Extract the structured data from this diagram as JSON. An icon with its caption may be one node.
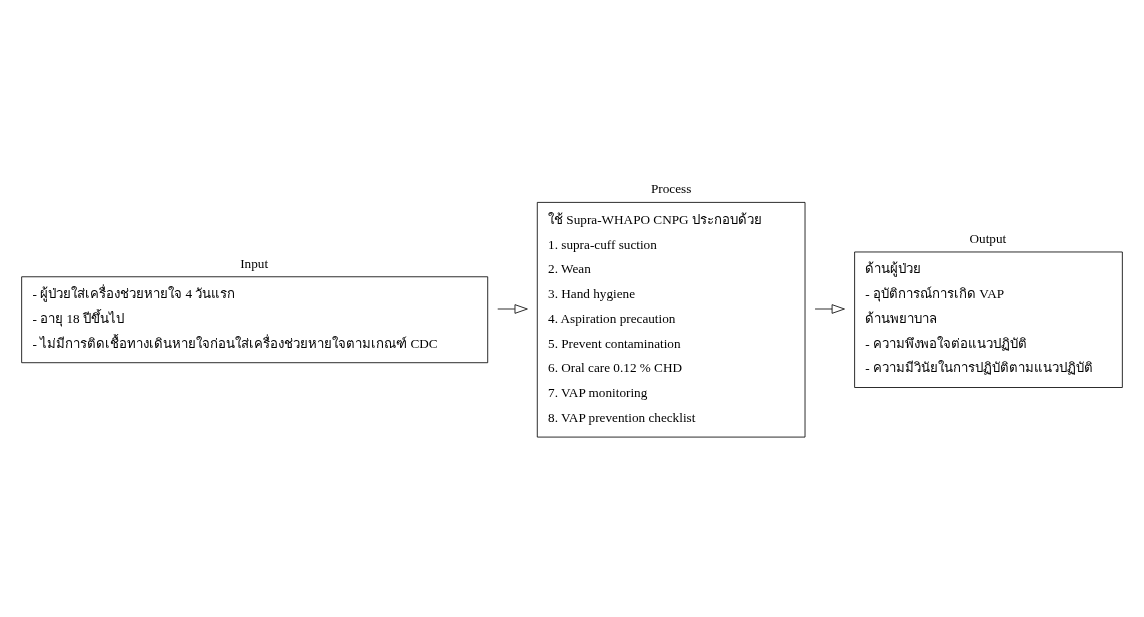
{
  "diagram": {
    "nodes": [
      {
        "text": [
          "Input",
          "- ผู้ป่วยใส่เครื่องช่วยหายใจ 4 วันแรก",
          "- อายุ 18 ปีขึ้นไป",
          "- ไม่มีการติดเชื้อทางเดินหายใจก่อนใส่เครื่องช่วยหายใจตามเกณฑ์ CDC"
        ]
      },
      {
        "text": [
          "Process",
          "ใช้ Supra-WHAPO CNPG ประกอบด้วย",
          "1. supra-cuff suction",
          "2. Wean",
          "3. Hand hygiene",
          "4. Aspiration precaution",
          "5. Prevent contamination",
          "6. Oral care 0.12 % CHD",
          "7. VAP monitoring",
          "8. VAP prevention checklist"
        ]
      },
      {
        "text": [
          "Output",
          "ด้านผู้ป่วย",
          "- อุบัติการณ์การเกิด VAP",
          "ด้านพยาบาล",
          "- ความพึงพอใจต่อแนวปฏิบัติ",
          "- ความมีวินัยในการปฏิบัติตามแนวปฏิบัติ"
        ]
      }
    ],
    "edges": [
      {
        "from": 0,
        "to": 1,
        "arrow": "to"
      },
      {
        "from": 1,
        "to": 2,
        "arrow": "to"
      }
    ]
  }
}
